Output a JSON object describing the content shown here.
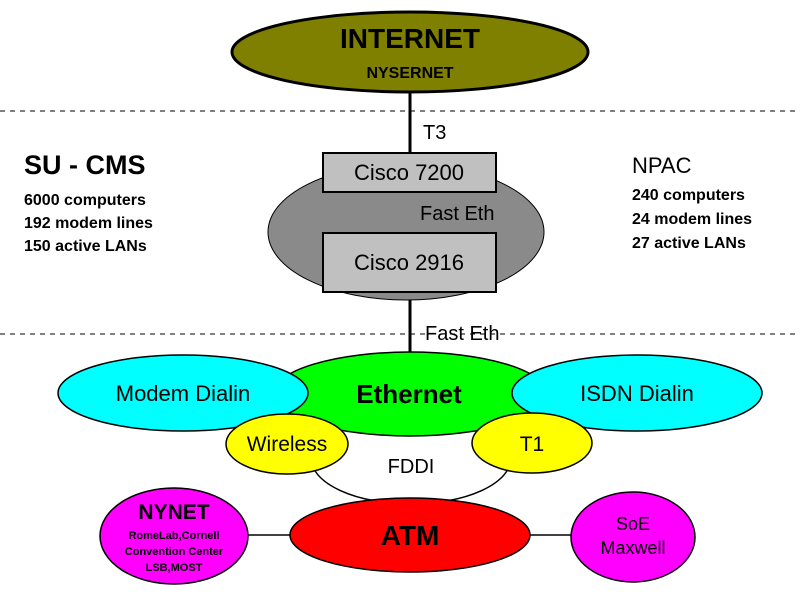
{
  "internet": {
    "title": "INTERNET",
    "subtitle": "NYSERNET",
    "color": "#808000"
  },
  "links": {
    "t3": "T3",
    "fast_eth_top": "Fast Eth",
    "fast_eth_bottom": "Fast Eth"
  },
  "routers": {
    "cisco7200": "Cisco 7200",
    "cisco2916": "Cisco 2916",
    "box_color": "#c0c0c0",
    "ellipse_color": "#8a8a8a"
  },
  "su_cms": {
    "title": "SU - CMS",
    "lines": [
      "6000 computers",
      "192 modem lines",
      "150 active LANs"
    ]
  },
  "npac": {
    "title": "NPAC",
    "lines": [
      "240 computers",
      "24 modem lines",
      "27 active LANs"
    ]
  },
  "networks": {
    "ethernet": {
      "label": "Ethernet",
      "color": "#00ff00"
    },
    "modem_dialin": {
      "label": "Modem Dialin",
      "color": "#00ffff"
    },
    "isdn_dialin": {
      "label": "ISDN Dialin",
      "color": "#00ffff"
    },
    "wireless": {
      "label": "Wireless",
      "color": "#ffff00"
    },
    "t1": {
      "label": "T1",
      "color": "#ffff00"
    },
    "fddi": {
      "label": "FDDI",
      "color": "#ffffff"
    },
    "atm": {
      "label": "ATM",
      "color": "#ff0000"
    },
    "nynet": {
      "title": "NYNET",
      "lines": [
        "RomeLab,Cornell",
        "Convention Center",
        "LSB,MOST"
      ],
      "color": "#ff00ff"
    },
    "soe": {
      "lines": [
        "SoE",
        "Maxwell"
      ],
      "color": "#ff00ff"
    }
  }
}
